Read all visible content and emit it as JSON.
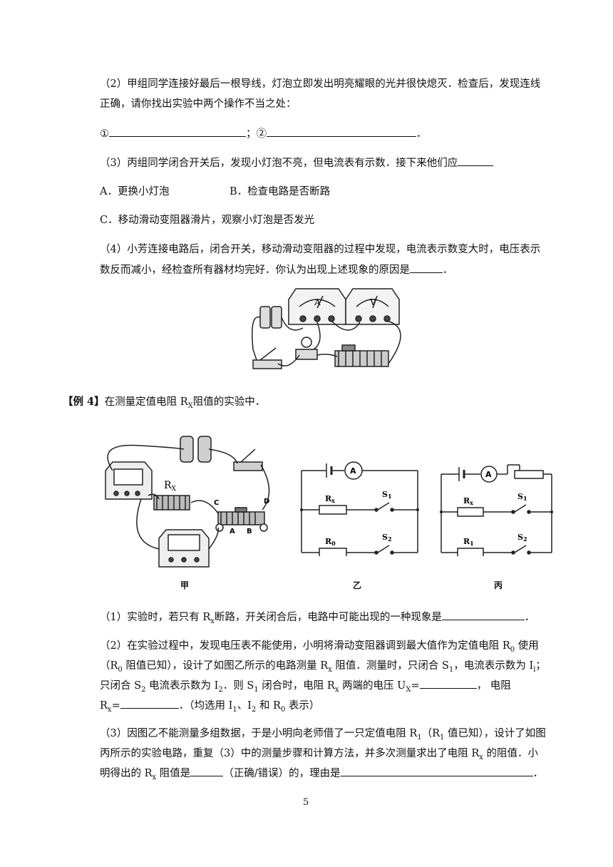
{
  "q2": {
    "line1": "（2）甲组同学连接好最后一根导线，灯泡立即发出明亮耀眼的光并很快熄灭．检查后，发现连线",
    "line2": "正确，请你找出实验中两个操作不当之处：",
    "circle1": "①",
    "sep": "；②",
    "end": "．"
  },
  "q3": {
    "text": "（3）丙组同学闭合开关后，发现小灯泡不亮，但电流表有示数．接下来他们应",
    "optA": "A．更换小灯泡",
    "optB": "B．检查电路是否断路",
    "optC": "C．移动滑动变阻器滑片，观察小灯泡是否发光"
  },
  "q4": {
    "line1": "（4）小芳连接电路后，闭合开关，移动滑动变阻器的过程中发现，电流表示数变大时，电压表示",
    "line2": "数反而减小，经检查所有器材均完好．你认为出现上述现象的原因是",
    "end": "．"
  },
  "example4": {
    "tag": "【例 4】",
    "text_a": "在测量定值电阻 R",
    "sub_x": "X",
    "text_b": "阻值的实验中．"
  },
  "figures": {
    "jia": "甲",
    "yi": "乙",
    "bing": "丙",
    "rx": "R",
    "rx_sub": "X",
    "ammeter": "A",
    "voltmeter": "V",
    "c": "C",
    "d": "D",
    "a": "A",
    "b": "B",
    "r_x": "R",
    "r_x_sub": "x",
    "r_0": "R",
    "r_0_sub": "0",
    "r_1": "R",
    "r_1_sub": "1",
    "s_1": "S",
    "s_1_sub": "1",
    "s_2": "S",
    "s_2_sub": "2"
  },
  "p1": {
    "text_a": "（1）实验时，若只有 R",
    "sub": "x",
    "text_b": "断路，开关闭合后，电路中可能出现的一种现象是",
    "end": "．"
  },
  "p2": {
    "l1a": "（2）在实验过程中，发现电压表不能使用，小明将滑动变阻器调到最大值作为定值电阻  R",
    "l1sub": "0",
    "l1b": " 使用",
    "l2a": "（R",
    "l2sub0": "0",
    "l2b": " 阻值已知），设计了如图乙所示的电路测量 R",
    "l2subx": "x",
    "l2c": " 阻值．测量时，只闭合 S",
    "l2sub1": "1",
    "l2d": "，电流表示数为 I",
    "l2subI": "l",
    "l2e": "；",
    "l3a": "只闭合  S",
    "l3sub2": "2",
    "l3b": " 电流表示数为  I",
    "l3subI2": "2",
    "l3c": "．则  S",
    "l3subS1": "1",
    "l3d": " 闭合时，电阻  R",
    "l3subx": "x",
    "l3e": " 两端的电压  U",
    "l3subX": "X",
    "l3f": "=",
    "l3g": "，  电阻",
    "l4a": "R",
    "l4sub": "x",
    "l4b": "=",
    "l4c": "．（均选用 I",
    "l4s1": "1",
    "l4d": "、I",
    "l4s2": "2",
    "l4e": " 和 R",
    "l4s0": "0",
    "l4f": " 表示）"
  },
  "p3": {
    "l1a": "（3）因图乙不能测量多组数据，于是小明向老师借了一只定值电阻 R",
    "l1s": "1",
    "l1b": "（R",
    "l1s2": "1",
    "l1c": " 值已知），设计了如图",
    "l2a": "丙所示的实验电路，重复（3）中的测量步骤和计算方法，并多次测量求出了电阻  R",
    "l2s": "x",
    "l2b": " 的阻值．小",
    "l3a": "明得出的 R",
    "l3s": "x",
    "l3b": " 阻值是",
    "l3c": "（正确/错误）的，理由是",
    "l3d": "．"
  },
  "page_number": "5"
}
